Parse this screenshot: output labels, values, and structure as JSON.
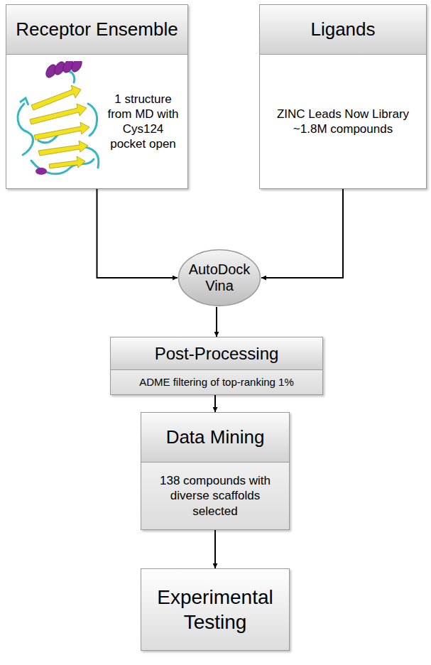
{
  "diagram": {
    "nodes": [
      {
        "text": [
          "Receptor Ensemble",
          "1 structure from MD with Cys124 pocket open"
        ]
      },
      {
        "text": [
          "Ligands",
          "ZINC Leads Now Library ~1.8M compounds"
        ]
      },
      {
        "text": [
          "AutoDock Vina"
        ]
      },
      {
        "text": [
          "Post-Processing",
          "ADME filtering of top-ranking 1%"
        ]
      },
      {
        "text": [
          "Data Mining",
          "138 compounds with diverse scaffolds selected"
        ]
      },
      {
        "text": [
          "Experimental Testing"
        ]
      }
    ],
    "edges": [
      {
        "from": 0,
        "to": 2,
        "arrow": "to"
      },
      {
        "from": 1,
        "to": 2,
        "arrow": "to"
      },
      {
        "from": 2,
        "to": 3,
        "arrow": "to"
      },
      {
        "from": 3,
        "to": 4,
        "arrow": "to"
      },
      {
        "from": 4,
        "to": 5,
        "arrow": "to"
      }
    ]
  }
}
